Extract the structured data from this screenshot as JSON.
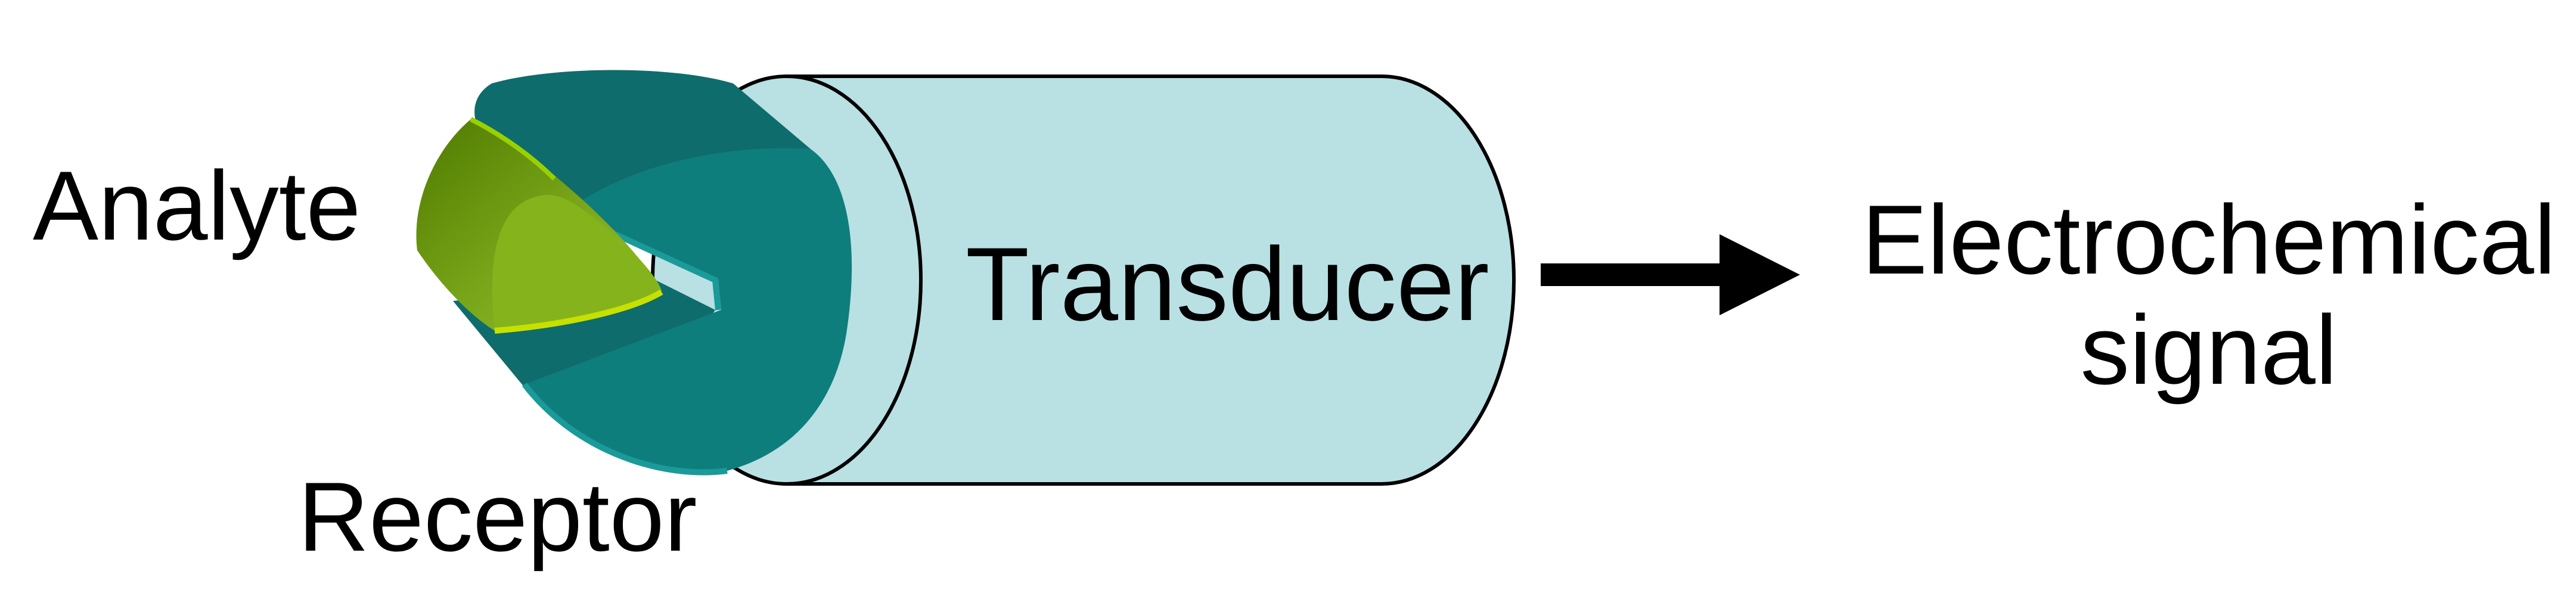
{
  "diagram": {
    "labels": {
      "analyte": "Analyte",
      "receptor": "Receptor",
      "transducer": "Transducer",
      "output_line1": "Electrochemical",
      "output_line2": "signal"
    },
    "colors": {
      "transducer_fill": "#B9E0E3",
      "outline": "#000000",
      "receptor_dark": "#0F6C6C",
      "receptor_main": "#0E7E7C",
      "receptor_rim": "#1B9A9A",
      "analyte_dark": "#5E8A00",
      "analyte_light": "#8DB82A",
      "analyte_rim": "#C6E000",
      "arrow": "#000000"
    }
  }
}
